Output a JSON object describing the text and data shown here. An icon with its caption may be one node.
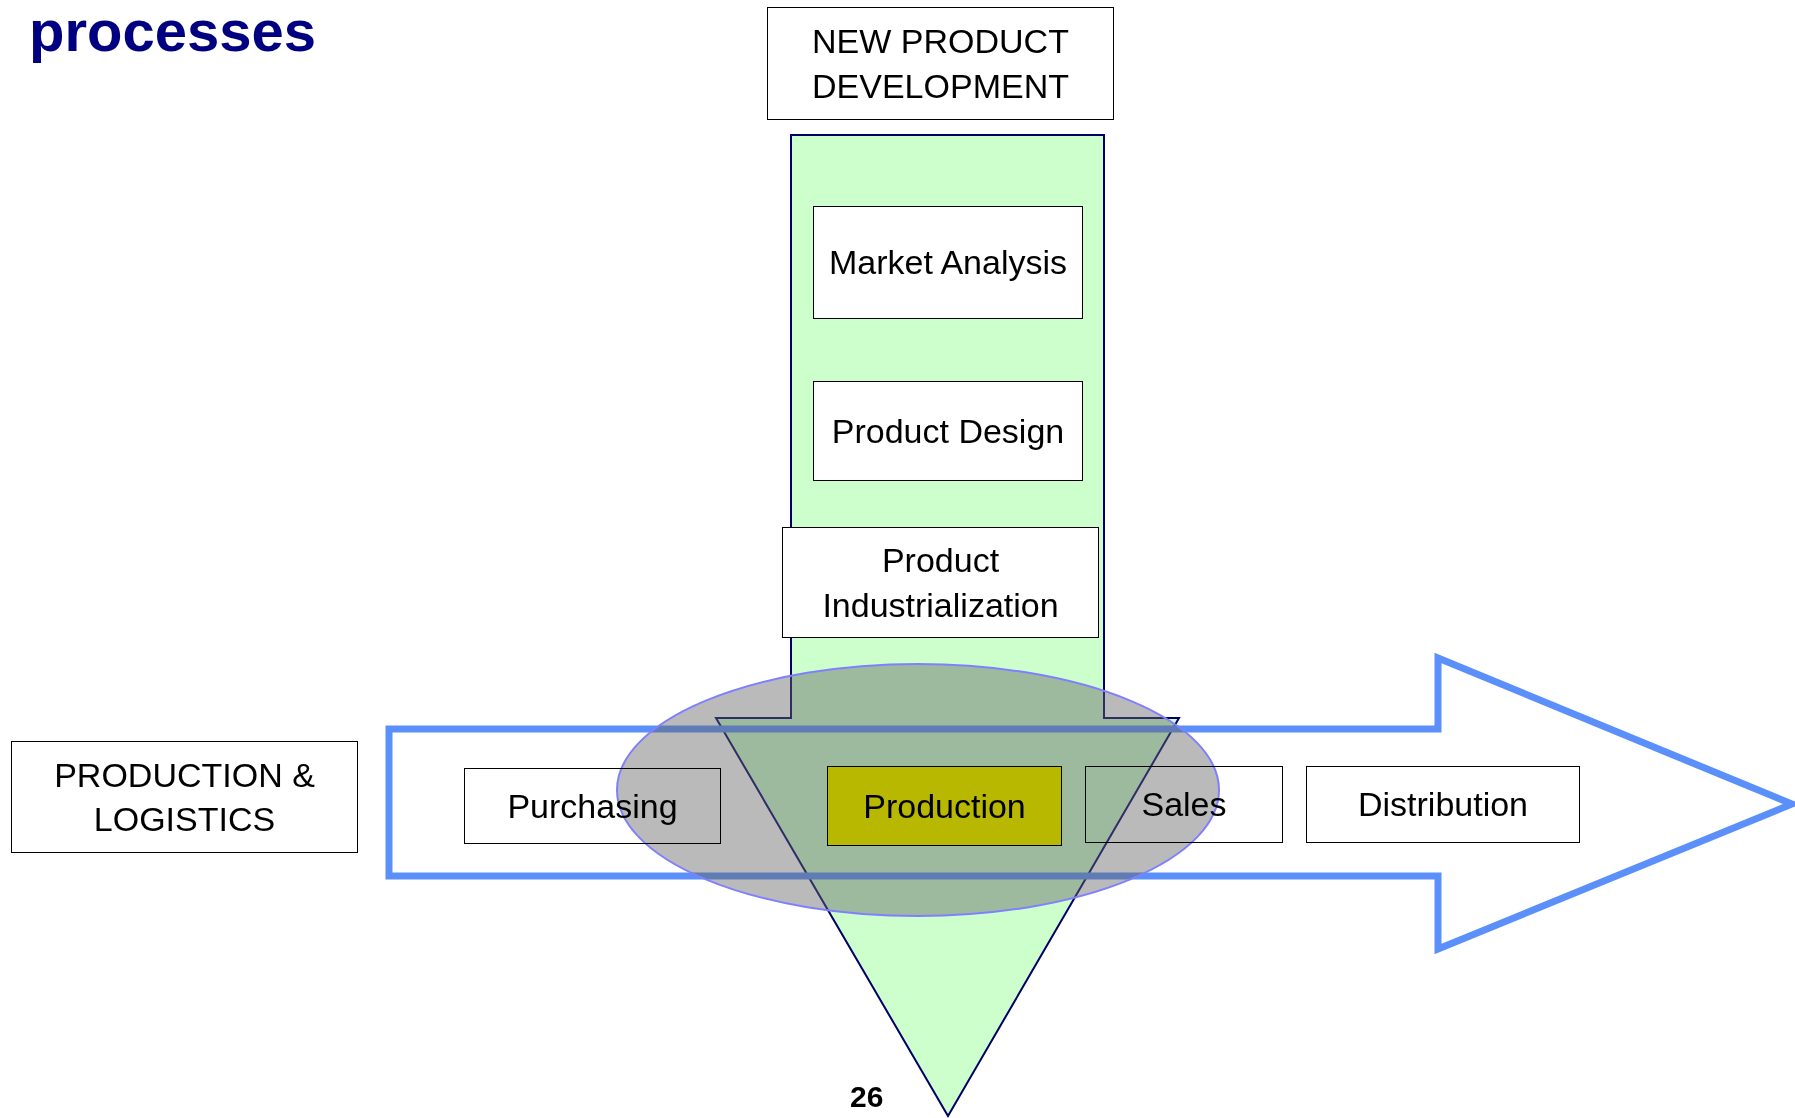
{
  "diagram": {
    "title": "processes",
    "nodes": [
      {
        "text": [
          "NEW PRODUCT DEVELOPMENT"
        ]
      },
      {
        "text": [
          "Market Analysis"
        ]
      },
      {
        "text": [
          "Product Design"
        ]
      },
      {
        "text": [
          "Product Industrialization"
        ]
      },
      {
        "text": [
          "PRODUCTION & LOGISTICS"
        ]
      },
      {
        "text": [
          "Purchasing"
        ]
      },
      {
        "text": [
          "Production"
        ]
      },
      {
        "text": [
          "Sales"
        ]
      },
      {
        "text": [
          "Distribution"
        ]
      }
    ],
    "labels": [
      "26"
    ]
  }
}
